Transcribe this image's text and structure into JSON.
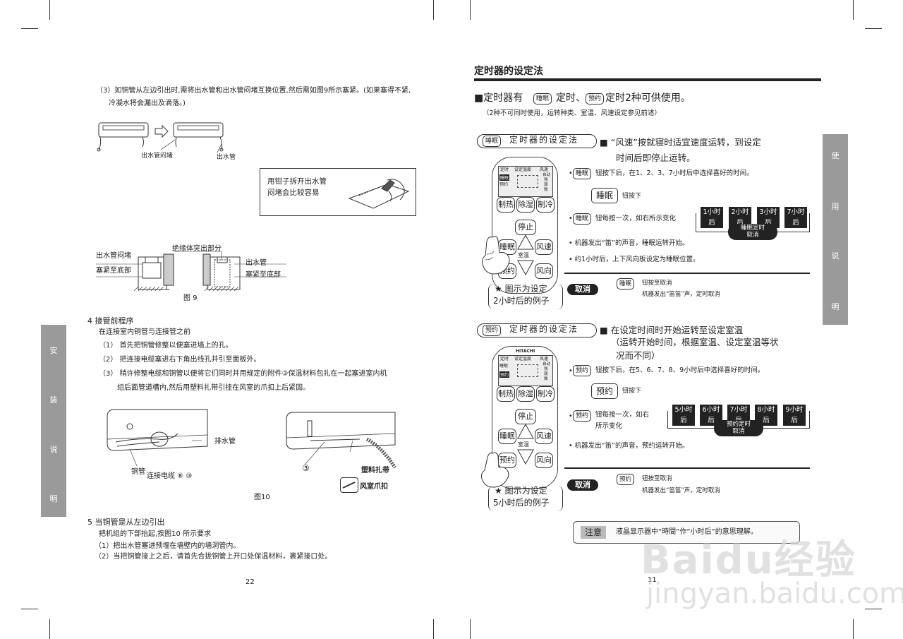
{
  "left_page": {
    "step3_line1": "（3）如铜管从左边引出时,需将出水管和出水管闷堵互换位置,然后需如图9所示塞紧。(如果塞得不紧,",
    "step3_line2": "冷凝水将会漏出及滴落。)",
    "fig_top_label1": "出水管闷堵",
    "fig_top_label2": "出水管",
    "callout_line1": "用钳子拆开出水管",
    "callout_line2": "闷堵会比较容易",
    "fig9_label_plug": "出水管闷堵",
    "fig9_label_insulation": "绝缘体突出部分",
    "fig9_label_pipe": "出水管",
    "fig9_label_bottom_left": "塞紧至底部",
    "fig9_label_bottom_right": "塞紧至底部",
    "fig9_caption": "图 9",
    "section4_title": "4  接管前程序",
    "section4_intro": "在连接室内铜管与连接管之前",
    "section4_item1": "（1） 首先把铜管修整以便塞进墙上的孔。",
    "section4_item2": "（2） 把连接电缆塞进右下角出线孔并引至面板外。",
    "section4_item3_line1": "（3） 稍许修整电缆和铜管以便将它们同时并用规定的附件③保温材料包扎在一起塞进室内机",
    "section4_item3_line2": "组后面管道槽内,然后用塑料扎带引挂在风室的爪扣上后紧固。",
    "fig10_label_drain": "排水管",
    "fig10_label_copper": "铜管",
    "fig10_label_cable": "连接电缆 ⑧ ⑩",
    "fig10_label_3": "③",
    "fig10_label_tie": "塑料扎带",
    "fig10_label_claw": "风室爪扣",
    "fig10_caption": "图10",
    "section5_title": "5  当铜管是从左边引出",
    "section5_intro": "把机组的下部抬起,按图10 所示要求",
    "section5_item1": "（1）把出水管塞进预埋在墙壁内的墙洞管内。",
    "section5_item2": "（2）当把铜管接上之后，请首先合拢铜管上开口处保温材料，裹紧接口处。",
    "page_number": "22",
    "side_tab": [
      "安",
      "装",
      "说",
      "明"
    ]
  },
  "right_page": {
    "heading": "定时器的设定法",
    "intro_prefix": "■定时器有",
    "intro_sleep_btn": "睡眠",
    "intro_mid": "定时、",
    "intro_reserve_btn": "预约",
    "intro_suffix": "定时2种可供使用。",
    "intro_note": "（2种不可同时使用，运转种类、室温、风速设定参见前述）",
    "sleep": {
      "btn": "睡眠",
      "title": "定时器的设定法",
      "desc_line1": "■  “风速”按就寝时适宜速度运转，到设定",
      "desc_line2": "时间后即停止运转。",
      "bullet1": "钮按下后，在1、2、3、7小时后中选择喜好的时间。",
      "big_btn": "睡眠",
      "big_btn_note": "钮按下",
      "bullet2": "钮每按一次，如右所示变化",
      "cycle": [
        "1小时后",
        "2小时后",
        "3小时后",
        "7小时后"
      ],
      "cycle_cancel_line1": "睡眠定时",
      "cycle_cancel_line2": "取消",
      "bullet3": "• 机器发出“笛”的声音，睡眠运转开始。",
      "bullet4": "• 约1小时后，上下风向板设定为睡眠位置。",
      "example_line1": "★ 图示为设定",
      "example_line2": "2小时后的例子",
      "cancel_label": "取消",
      "cancel_btn": "睡眠",
      "cancel_text1": "钮按至取消",
      "cancel_text2": "机器发出“笛笛”声，定时取消"
    },
    "reserve": {
      "btn": "预约",
      "title": "定时器的设定法",
      "desc_line1": "■  在设定时间时开始运转至设定室温",
      "desc_line2": "（运转开始时间，根据室温、设定室温等状",
      "desc_line3": "况而不同）",
      "bullet1": "钮按下后，在5、6、7、8、9小时后中选择喜好的时间。",
      "big_btn": "预约",
      "big_btn_note": "钮按下",
      "bullet2_line1": "钮每按一次，如右",
      "bullet2_line2": "所示变化",
      "cycle": [
        "5小时后",
        "6小时后",
        "7小时后",
        "8小时后",
        "9小时后"
      ],
      "cycle_cancel_line1": "预约定时",
      "cycle_cancel_line2": "取消",
      "bullet3": "• 机器发出“笛”的声音，预约运转开始。",
      "example_line1": "★ 图示为设定",
      "example_line2": "5小时后的例子",
      "cancel_label": "取消",
      "cancel_btn": "预约",
      "cancel_text1": "钮按至取消",
      "cancel_text2": "机器发出“笛笛”声，定时取消"
    },
    "remote": {
      "brand": "HITACHI",
      "lcd_labels": [
        "定时",
        "设定温度",
        "风速"
      ],
      "lcd_side": [
        "睡眠",
        "预约"
      ],
      "lcd_right": [
        "自动",
        "强",
        "弱",
        "微"
      ],
      "btn_heat": "制热",
      "btn_dry": "除湿",
      "btn_cool": "制冷",
      "btn_stop": "停止",
      "btn_sleep": "睡眠",
      "btn_fan": "风速",
      "btn_temp": "室温",
      "btn_reserve": "预约",
      "btn_dir": "风向"
    },
    "note_label": "注意",
    "note_text": "液晶显示器中“時間”作“小时后”的意思理解。",
    "page_number": "11",
    "side_tab": [
      "使",
      "用",
      "说",
      "明"
    ]
  },
  "watermark": {
    "line1": "Baidu经验",
    "line2": "jingyan.baidu.com"
  }
}
